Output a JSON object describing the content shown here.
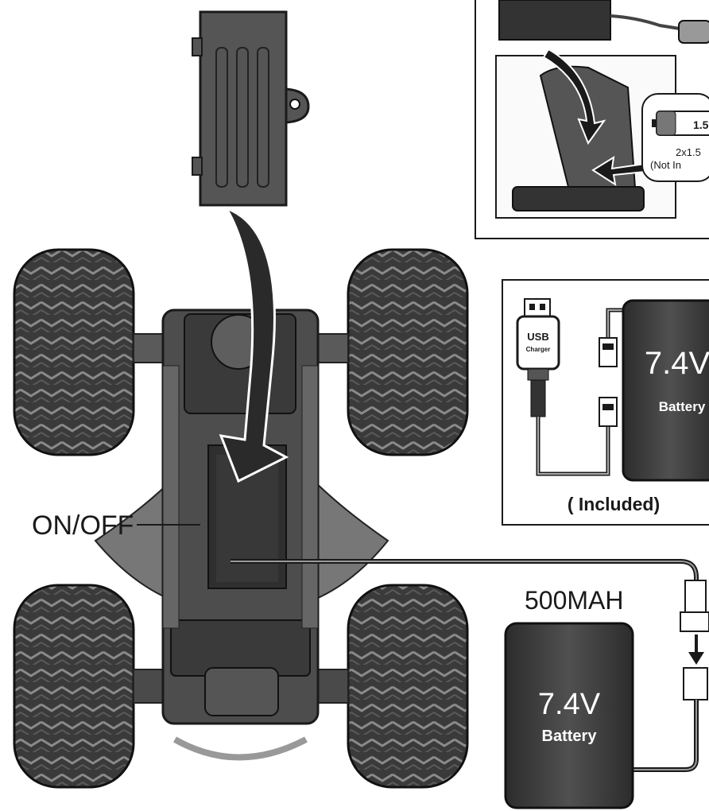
{
  "labels": {
    "switch": "ON/OFF",
    "capacity": "500MAH",
    "battery_voltage": "7.4V",
    "battery_word": "Battery",
    "charger_voltage": "7.4V",
    "charger_battery_word": "Battery",
    "usb_line1": "USB",
    "usb_line2": "Charger",
    "included": "( Included)",
    "aa_size": "1.5",
    "aa_count": "2x1.5",
    "aa_note": "(Not In"
  },
  "colors": {
    "ink": "#1a1a1a",
    "dark": "#3c3c3c",
    "mid": "#6e6e6e",
    "light": "#bdbdbd",
    "paper": "#ffffff"
  }
}
